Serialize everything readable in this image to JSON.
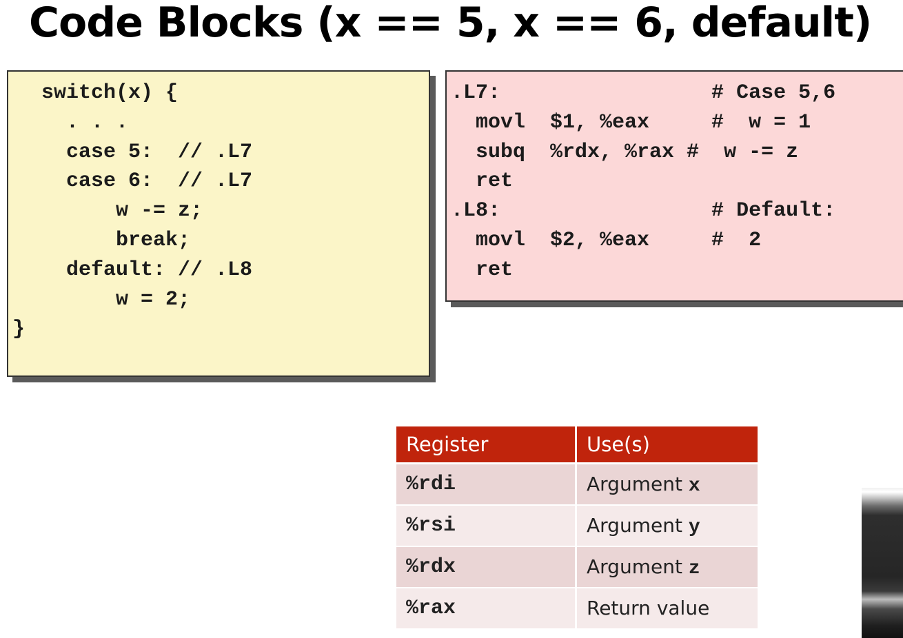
{
  "title": "Code Blocks (x == 5, x == 6, default)",
  "c_code": [
    "switch(x) {",
    "  . . .",
    "  case 5:  // .L7",
    "  case 6:  // .L7",
    "      w -= z;",
    "      break;",
    "  default: // .L8",
    "      w = 2;",
    "}"
  ],
  "asm_code": [
    ".L7:                 # Case 5,6",
    "  movl  $1, %eax     #  w = 1",
    "  subq  %rdx, %rax #  w -= z",
    "  ret",
    ".L8:                 # Default:",
    "  movl  $2, %eax     #  2",
    "  ret"
  ],
  "register_table": {
    "headers": [
      "Register",
      "Use(s)"
    ],
    "rows": [
      {
        "register": "%rdi",
        "use_text": "Argument ",
        "use_arg": "x"
      },
      {
        "register": "%rsi",
        "use_text": "Argument ",
        "use_arg": "y"
      },
      {
        "register": "%rdx",
        "use_text": "Argument ",
        "use_arg": "z"
      },
      {
        "register": "%rax",
        "use_text": "Return value",
        "use_arg": ""
      }
    ]
  },
  "colors": {
    "c_box_bg": "#fbf5c8",
    "asm_box_bg": "#fcd8d8",
    "table_header_bg": "#c0240c"
  }
}
